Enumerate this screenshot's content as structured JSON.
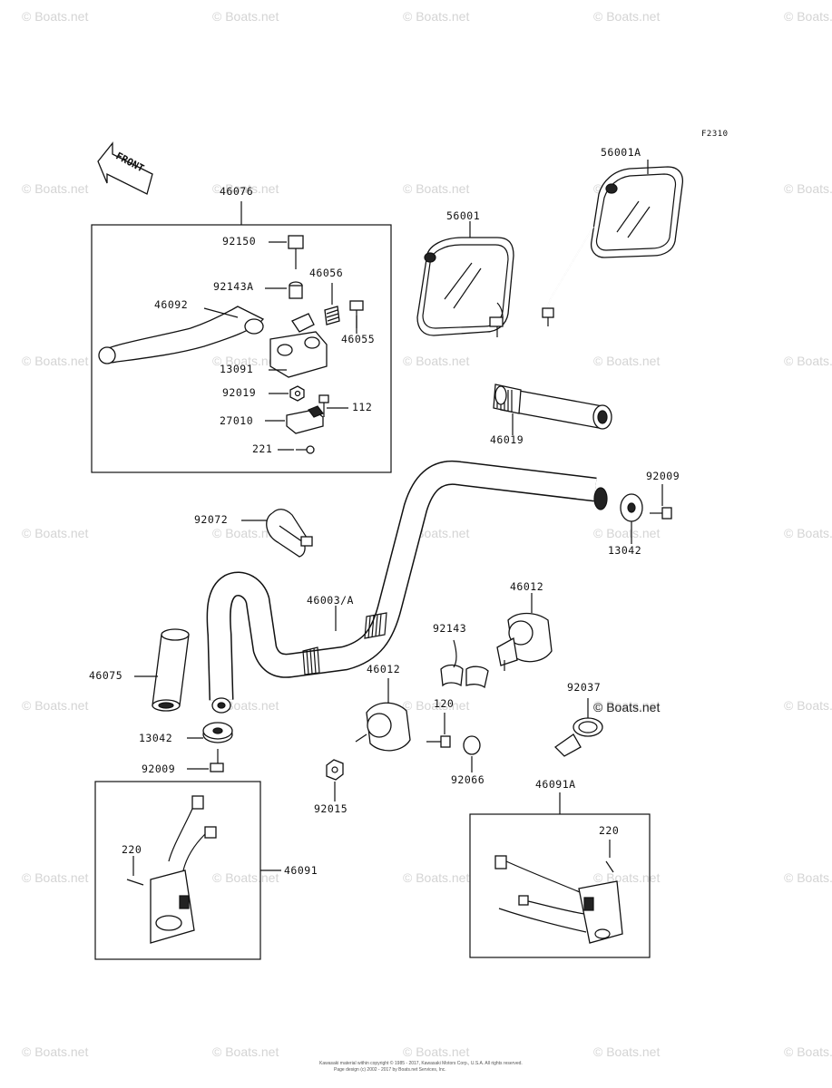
{
  "figure_code": "F2310",
  "front_label": "FRONT",
  "watermark": "© Boats.net",
  "logo": "© Boats.net",
  "copyright": {
    "line1": "Kawasaki material within copyright © 1985 - 2017, Kawasaki Motors Corp., U.S.A. All rights reserved.",
    "line2": "Page design (c) 2002 - 2017 by Boats.net Services, Inc."
  },
  "parts": {
    "p46076": "46076",
    "p92150": "92150",
    "p92143A": "92143A",
    "p46056": "46056",
    "p46092": "46092",
    "p46055": "46055",
    "p13091": "13091",
    "p92019": "92019",
    "p112": "112",
    "p27010": "27010",
    "p221": "221",
    "p56001": "56001",
    "p56001A": "56001A",
    "p46019": "46019",
    "p92009a": "92009",
    "p13042a": "13042",
    "p92072": "92072",
    "p46003A": "46003/A",
    "p46012a": "46012",
    "p92143": "92143",
    "p46075": "46075",
    "p46012b": "46012",
    "p120": "120",
    "p92037": "92037",
    "p13042b": "13042",
    "p92009b": "92009",
    "p92066": "92066",
    "p92015": "92015",
    "p46091A": "46091A",
    "p220a": "220",
    "p220b": "220",
    "p46091": "46091"
  }
}
